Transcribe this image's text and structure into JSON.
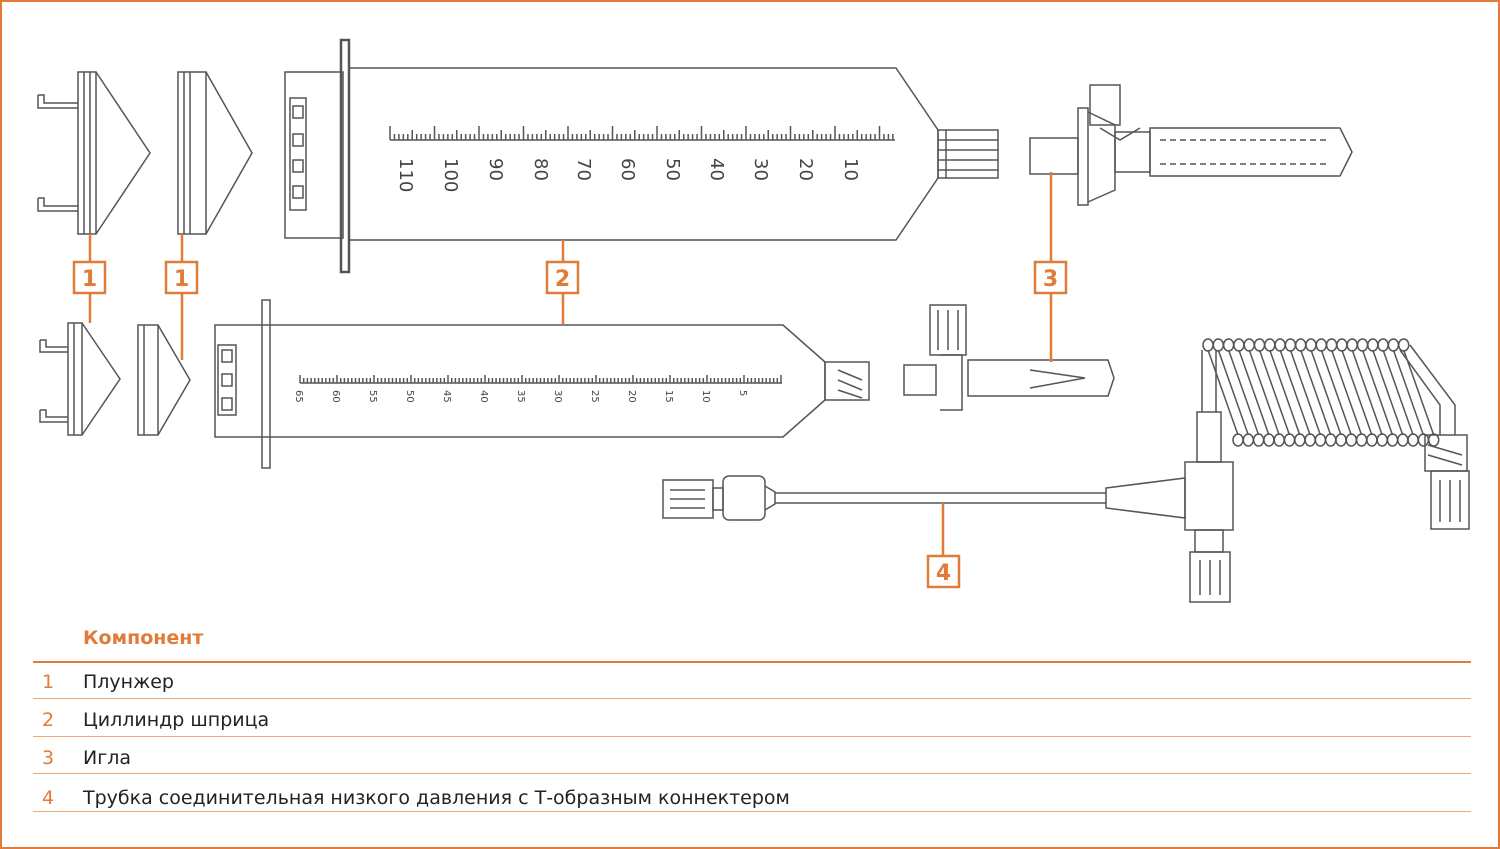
{
  "callouts": [
    "1",
    "1",
    "2",
    "3",
    "4"
  ],
  "scales": {
    "large": [
      "110",
      "100",
      "90",
      "80",
      "70",
      "60",
      "50",
      "40",
      "30",
      "20",
      "10"
    ],
    "small": [
      "65",
      "60",
      "55",
      "50",
      "45",
      "40",
      "35",
      "30",
      "25",
      "20",
      "15",
      "10",
      "5"
    ]
  },
  "table": {
    "header": "Компонент",
    "rows": [
      {
        "num": "1",
        "name": "Плунжер"
      },
      {
        "num": "2",
        "name": "Циллиндр шприца"
      },
      {
        "num": "3",
        "name": "Игла"
      },
      {
        "num": "4",
        "name": "Трубка соединительная низкого давления с Т-образным коннектером"
      }
    ]
  },
  "colors": {
    "accent": "#e07b39",
    "line": "#555555",
    "text": "#222222"
  }
}
